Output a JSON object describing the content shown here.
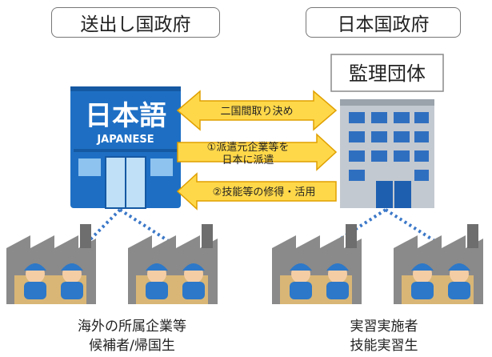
{
  "left_title": "送出し国政府",
  "right_title": "日本国政府",
  "supervising_org": "監理団体",
  "school_sign": {
    "kanji": "日本語",
    "roman": "JAPANESE"
  },
  "arrows": [
    {
      "label_lines": [
        "二国間取り決め"
      ],
      "direction": "both"
    },
    {
      "label_lines": [
        "①派遣元企業等を",
        "日本に派遣"
      ],
      "direction": "right"
    },
    {
      "label_lines": [
        "②技能等の修得・活用"
      ],
      "direction": "left"
    }
  ],
  "left_caption": [
    "海外の所属企業等",
    "候補者/帰国生"
  ],
  "right_caption": [
    "実習実施者",
    "技能実習生"
  ],
  "colors": {
    "arrow_fill": "#ffd84a",
    "arrow_stroke": "#e0a000",
    "school_blue": "#1e6fc4",
    "building_gray": "#b9c0c8",
    "factory_gray": "#8a8a8a",
    "worker_blue": "#2d78c8",
    "dotted_line": "#3b78c8"
  }
}
